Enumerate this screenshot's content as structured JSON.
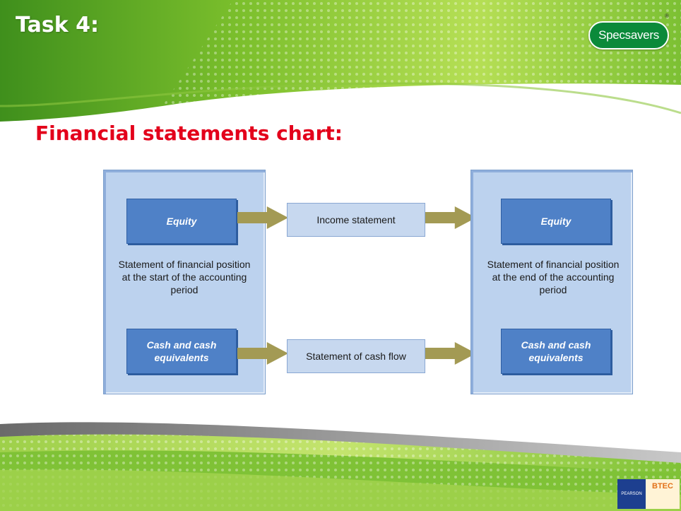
{
  "slide": {
    "title": "Task 4:",
    "heading": "Financial statements chart:"
  },
  "logos": {
    "brand": "Specsavers",
    "brand_mark": "®",
    "publisher": "PEARSON",
    "qualification": "BTEC"
  },
  "diagram": {
    "left_panel": {
      "top_box": "Equity",
      "description": "Statement of financial position at the start of the accounting period",
      "bottom_box": "Cash and cash equivalents"
    },
    "middle": {
      "top": "Income statement",
      "bottom": "Statement of cash flow"
    },
    "right_panel": {
      "top_box": "Equity",
      "description": "Statement of financial position at the end of the accounting period",
      "bottom_box": "Cash and cash equivalents"
    }
  },
  "colors": {
    "green_dark": "#4a9a1f",
    "green_light": "#a8d84a",
    "heading_red": "#e3001b",
    "box_blue": "#4f81c7",
    "panel_blue": "#bcd2ee",
    "arrow_olive": "#a39a54"
  }
}
